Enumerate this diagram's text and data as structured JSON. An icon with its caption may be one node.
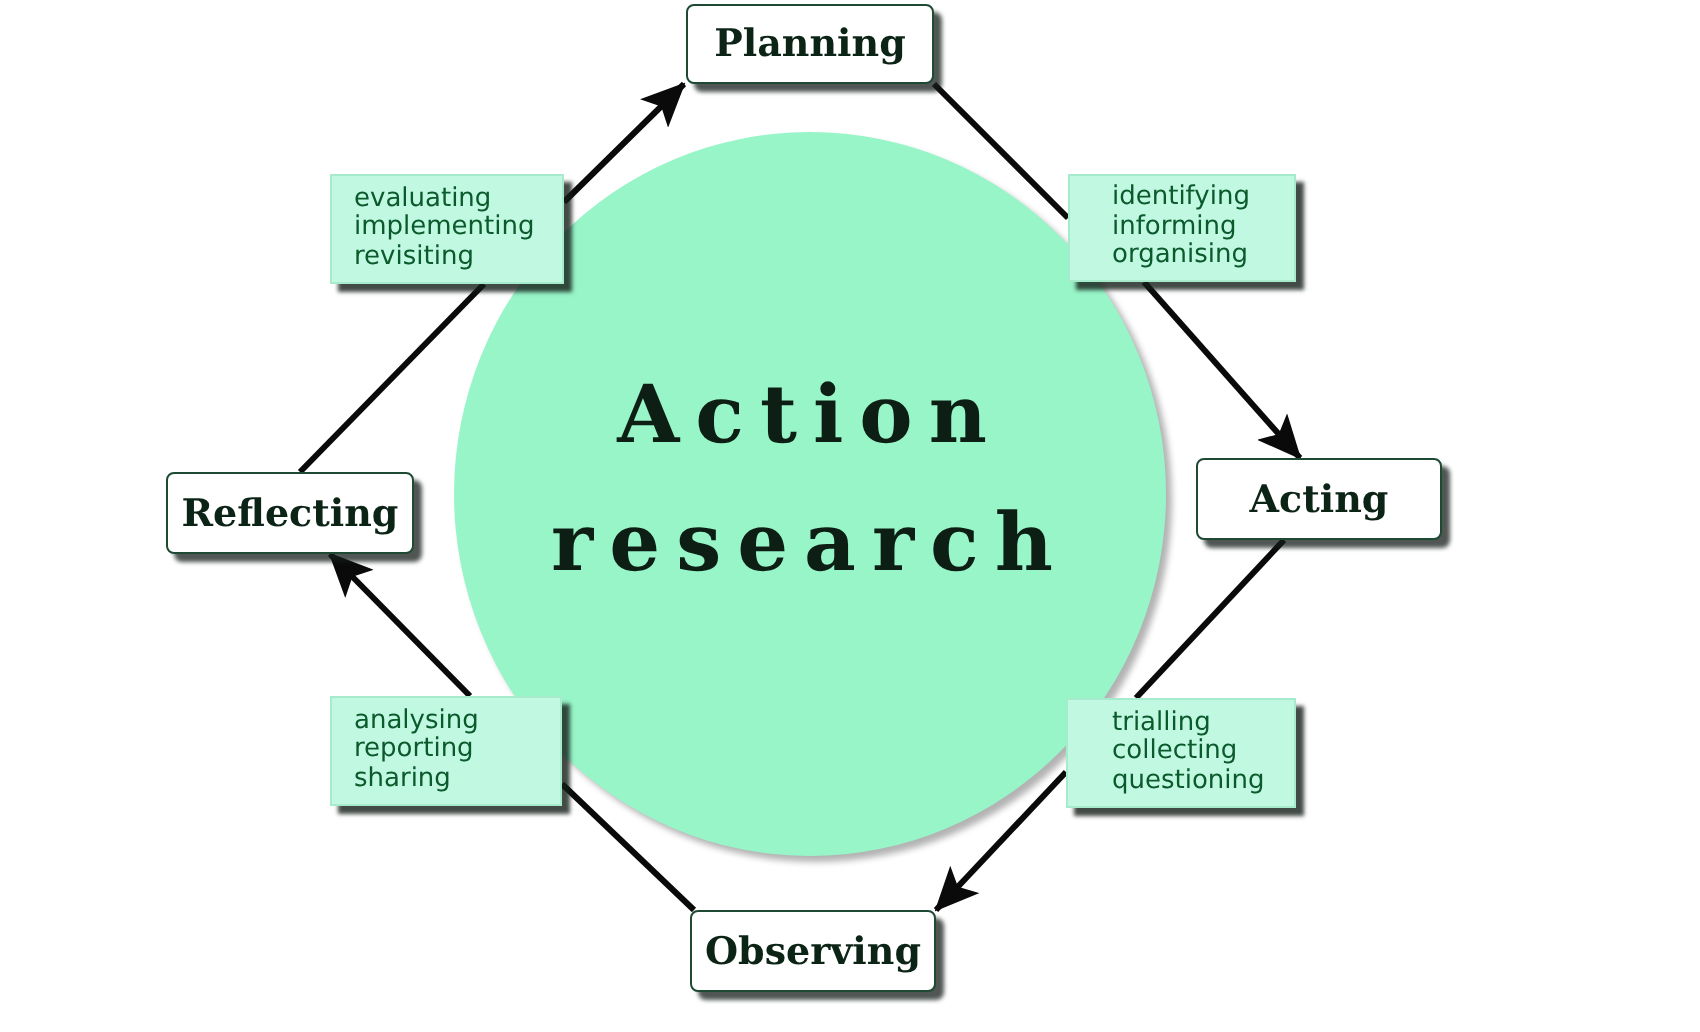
{
  "diagram": {
    "nodes": [
      {
        "text": [
          "Planning"
        ]
      },
      {
        "text": [
          "evaluating implementing revisiting"
        ]
      },
      {
        "text": [
          "identifying informing organising"
        ]
      },
      {
        "text": [
          "Action research"
        ]
      },
      {
        "text": [
          "Reflecting"
        ]
      },
      {
        "text": [
          "Acting"
        ]
      },
      {
        "text": [
          "analysing reporting sharing"
        ]
      },
      {
        "text": [
          "trialling collecting questioning"
        ]
      },
      {
        "text": [
          "Observing"
        ]
      }
    ],
    "edges": [
      {
        "from": 0,
        "to": 2,
        "arrow": "none"
      },
      {
        "from": 2,
        "to": 5,
        "arrow": "to"
      },
      {
        "from": 5,
        "to": 7,
        "arrow": "none"
      },
      {
        "from": 7,
        "to": 8,
        "arrow": "to"
      },
      {
        "from": 8,
        "to": 6,
        "arrow": "none"
      },
      {
        "from": 6,
        "to": 4,
        "arrow": "to"
      },
      {
        "from": 4,
        "to": 1,
        "arrow": "none"
      },
      {
        "from": 1,
        "to": 0,
        "arrow": "to"
      }
    ]
  }
}
